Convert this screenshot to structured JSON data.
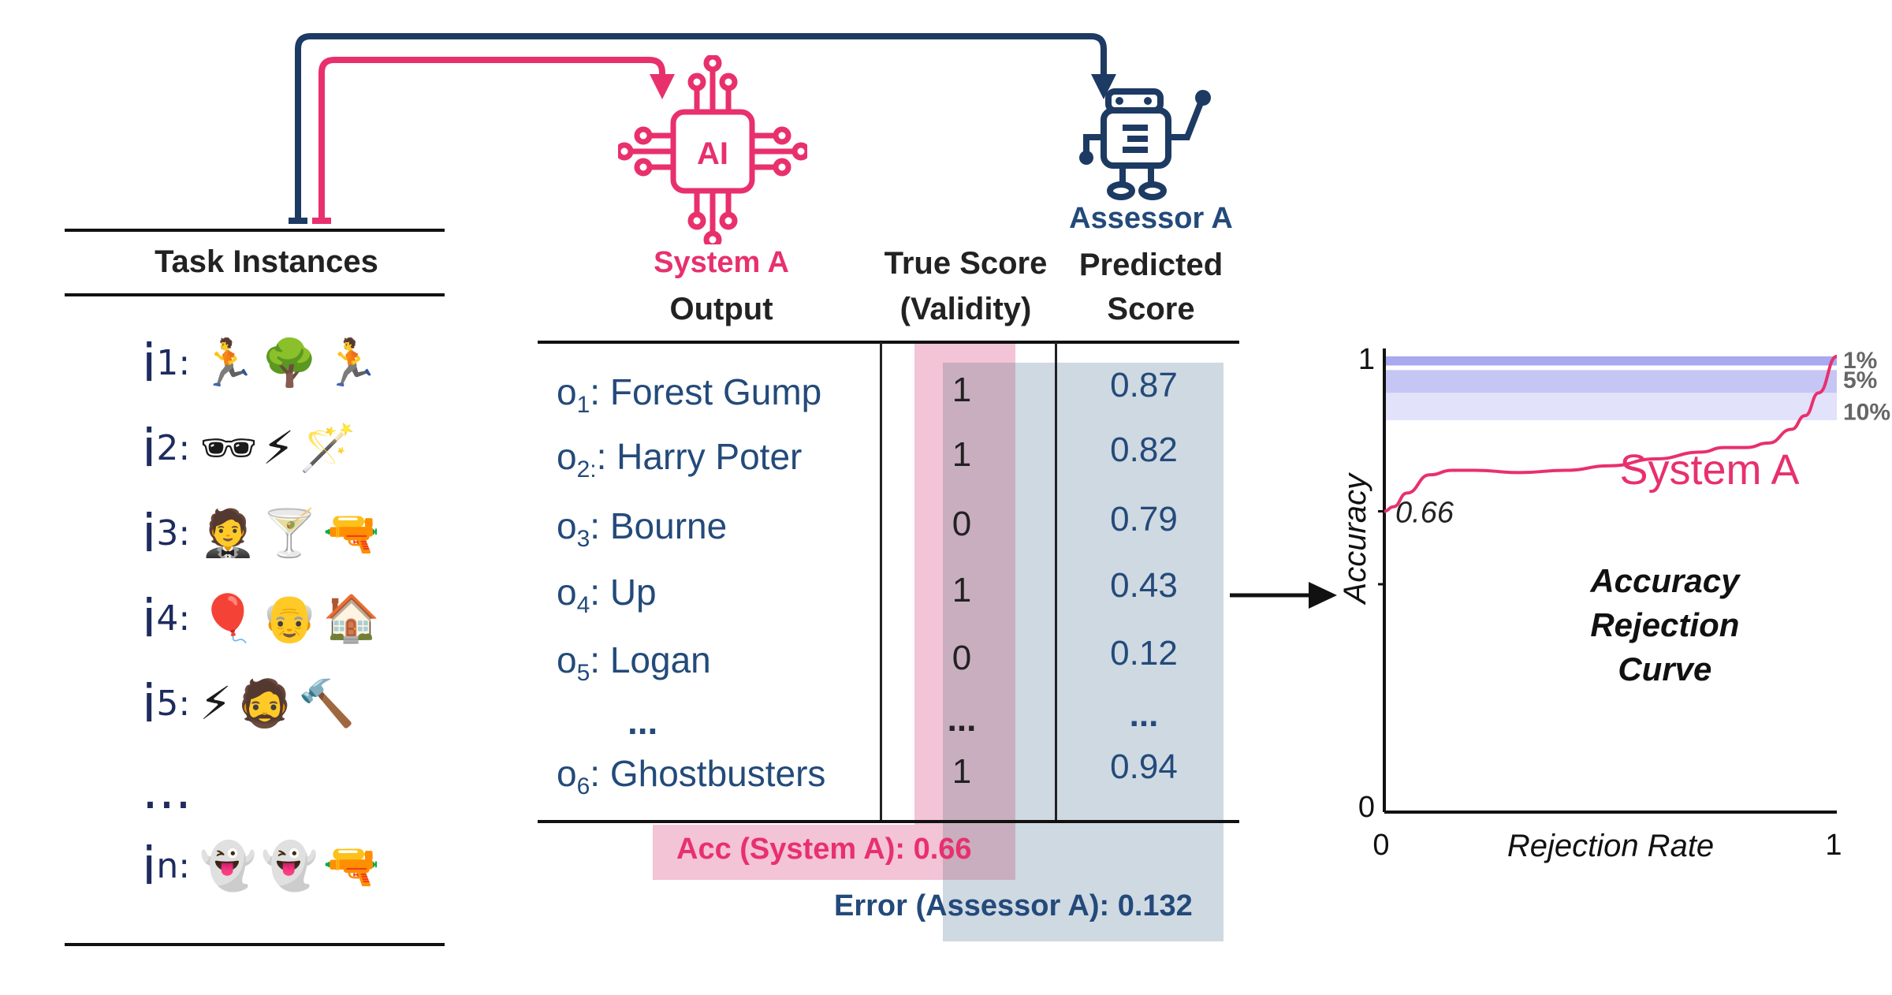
{
  "task_instances": {
    "title": "Task Instances",
    "rows": [
      {
        "label": "i",
        "sub": "1:",
        "emojis": "🏃🌳🏃"
      },
      {
        "label": "i",
        "sub": "2:",
        "emojis": "🕶⚡🪄"
      },
      {
        "label": "i",
        "sub": "3:",
        "emojis": "🤵🍸🔫"
      },
      {
        "label": "i",
        "sub": "4:",
        "emojis": "🎈👴🏠"
      },
      {
        "label": "i",
        "sub": "5:",
        "emojis": "⚡🧔🔨"
      },
      {
        "label": "...",
        "sub": "",
        "emojis": ""
      },
      {
        "label": "i",
        "sub": "n:",
        "emojis": "👻👻🔫"
      }
    ]
  },
  "system": {
    "icon_text": "AI",
    "name": "System A",
    "output_label": "Output"
  },
  "assessor": {
    "name": "Assessor A",
    "predicted_label_1": "Predicted",
    "predicted_label_2": "Score"
  },
  "true_score": {
    "label_1": "True Score",
    "label_2": "(Validity)"
  },
  "outputs": [
    {
      "o": "o",
      "sub": "1",
      "suffix": ": Forest Gump",
      "true": "1",
      "pred": "0.87"
    },
    {
      "o": "o",
      "sub": "2:",
      "suffix": ": Harry Poter",
      "true": "1",
      "pred": "0.82"
    },
    {
      "o": "o",
      "sub": "3",
      "suffix": ": Bourne",
      "true": "0",
      "pred": "0.79"
    },
    {
      "o": "o",
      "sub": "4",
      "suffix": ": Up",
      "true": "1",
      "pred": "0.43"
    },
    {
      "o": "o",
      "sub": "5",
      "suffix": ": Logan",
      "true": "0",
      "pred": "0.12"
    },
    {
      "o": "...",
      "sub": "",
      "suffix": "",
      "true": "...",
      "pred": "..."
    },
    {
      "o": "o",
      "sub": "6",
      "suffix": ": Ghostbusters",
      "true": "1",
      "pred": "0.94"
    }
  ],
  "acc_label": "Acc (System A): 0.66",
  "error_label": "Error (Assessor A): 0.132",
  "colors": {
    "pink": "#e8306d",
    "navy": "#234a7a",
    "pink_band": "#f3c3d6",
    "gray_band": "#cfd9e2",
    "blue_band": "#c9c9f3"
  },
  "chart_data": {
    "type": "line",
    "title": "Accuracy Rejection Curve",
    "title_lines": [
      "Accuracy",
      "Rejection",
      "Curve"
    ],
    "xlabel": "Rejection Rate",
    "ylabel": "Accuracy",
    "xlim": [
      0,
      1
    ],
    "ylim": [
      0,
      1
    ],
    "x_ticks": [
      "0",
      "1"
    ],
    "y_ticks": [
      "0",
      "1"
    ],
    "start_value_label": "0.66",
    "bands": [
      "1%",
      "5%",
      "10%"
    ],
    "series": [
      {
        "name": "System A",
        "x": [
          0.0,
          0.02,
          0.05,
          0.1,
          0.15,
          0.2,
          0.3,
          0.4,
          0.5,
          0.6,
          0.7,
          0.75,
          0.8,
          0.85,
          0.9,
          0.93,
          0.96,
          1.0
        ],
        "y": [
          0.66,
          0.67,
          0.7,
          0.74,
          0.75,
          0.75,
          0.745,
          0.75,
          0.76,
          0.775,
          0.79,
          0.8,
          0.8,
          0.81,
          0.84,
          0.87,
          0.92,
          1.0
        ]
      }
    ]
  }
}
